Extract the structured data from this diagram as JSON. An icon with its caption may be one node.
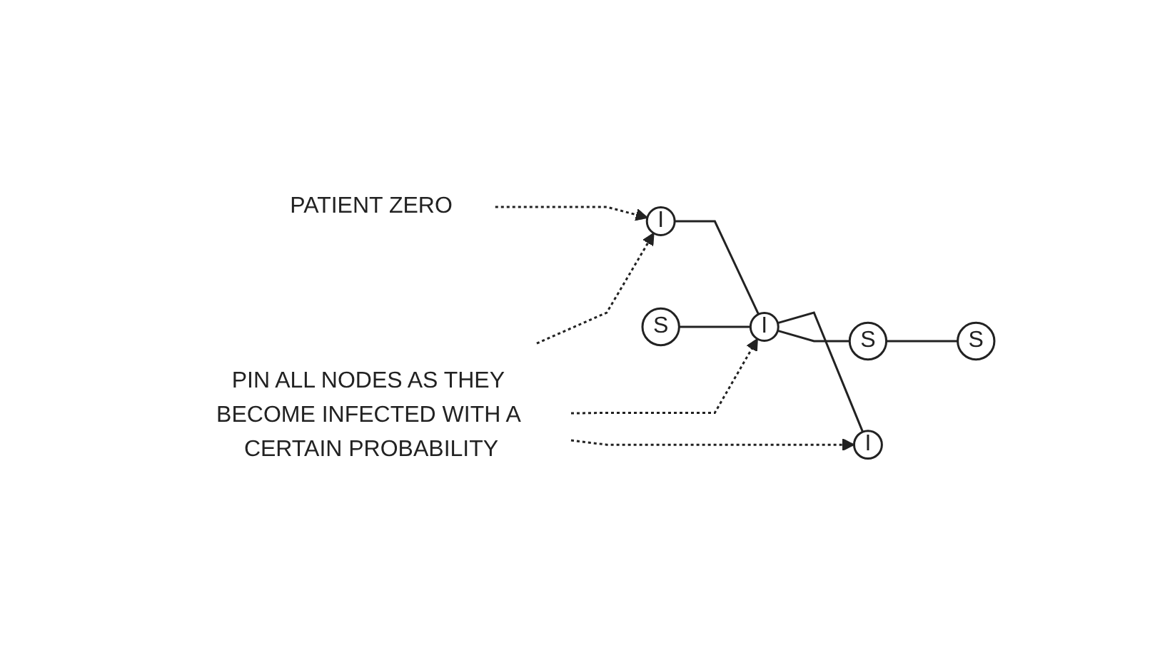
{
  "diagram": {
    "nodes": [
      {
        "text": [
          "PATIENT ZERO"
        ]
      },
      {
        "text": [
          "I"
        ]
      },
      {
        "text": [
          "S"
        ]
      },
      {
        "text": [
          "PIN ALL NODES AS THEY BECOME INFECTED WITH A CERTAIN PROBABILITY"
        ]
      },
      {
        "text": [
          "I"
        ]
      },
      {
        "text": [
          "S"
        ]
      },
      {
        "text": [
          "I"
        ]
      },
      {
        "text": [
          "S"
        ]
      }
    ],
    "edges": [
      {
        "from": 0,
        "to": 1,
        "arrow": "to",
        "style": "dashed"
      },
      {
        "from": 3,
        "to": 1,
        "arrow": "to",
        "style": "dashed"
      },
      {
        "from": 3,
        "to": 4,
        "arrow": "to",
        "style": "dashed"
      },
      {
        "from": 3,
        "to": 6,
        "arrow": "to",
        "style": "dashed"
      },
      {
        "from": 1,
        "to": 4,
        "arrow": "none"
      },
      {
        "from": 2,
        "to": 4,
        "arrow": "none"
      },
      {
        "from": 4,
        "to": 6,
        "arrow": "none"
      },
      {
        "from": 4,
        "to": 5,
        "arrow": "none"
      },
      {
        "from": 5,
        "to": 7,
        "arrow": "none"
      }
    ]
  }
}
